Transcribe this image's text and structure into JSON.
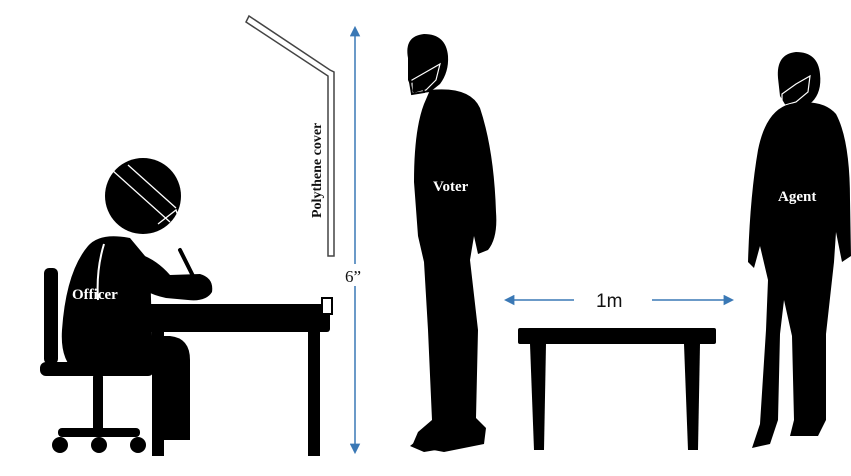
{
  "labels": {
    "officer": "Officer",
    "voter": "Voter",
    "agent": "Agent",
    "polythene_cover": "Polythene cover",
    "height": "6”",
    "distance": "1m"
  },
  "colors": {
    "silhouette": "#000000",
    "arrow": "#3a78b5",
    "background": "#ffffff"
  }
}
